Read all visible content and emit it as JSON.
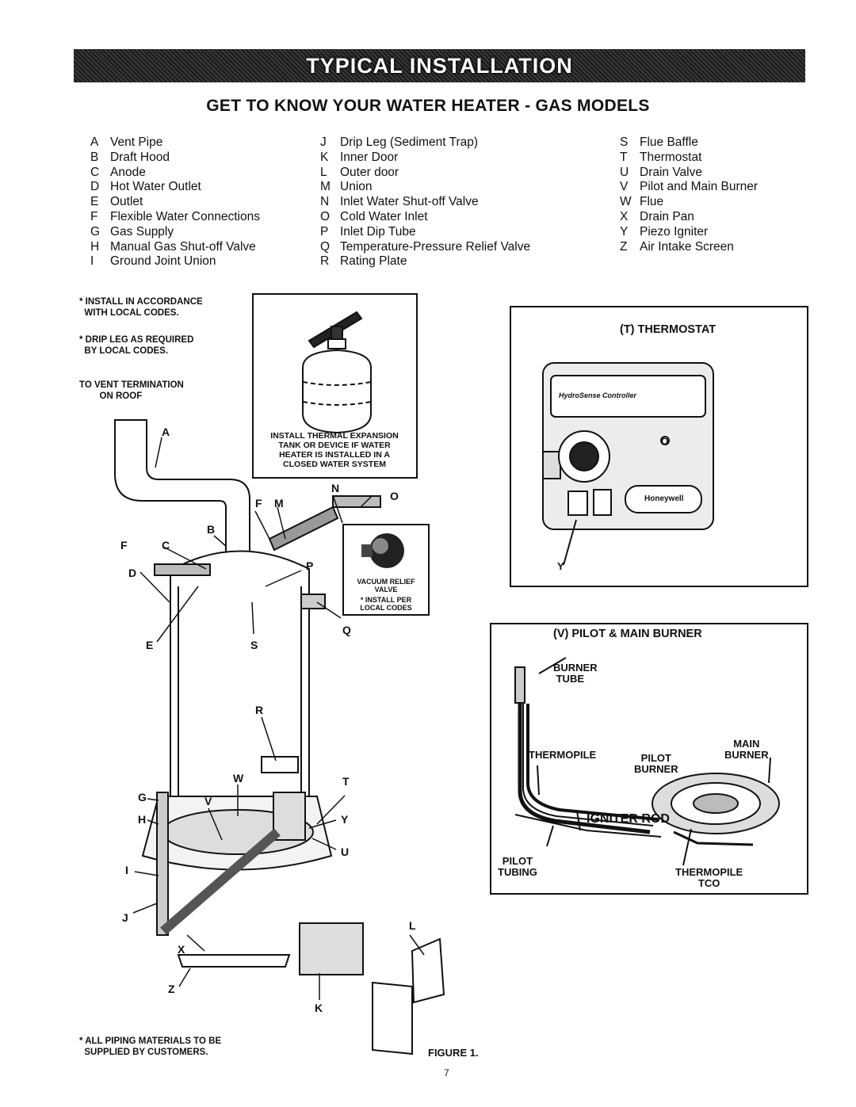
{
  "banner": "TYPICAL INSTALLATION",
  "subtitle": "GET TO KNOW YOUR WATER HEATER - GAS MODELS",
  "legend": [
    [
      {
        "k": "A",
        "v": "Vent Pipe"
      },
      {
        "k": "B",
        "v": "Draft Hood"
      },
      {
        "k": "C",
        "v": "Anode"
      },
      {
        "k": "D",
        "v": "Hot Water Outlet"
      },
      {
        "k": "E",
        "v": "Outlet"
      },
      {
        "k": "F",
        "v": "Flexible Water Connections"
      },
      {
        "k": "G",
        "v": "Gas Supply"
      },
      {
        "k": "H",
        "v": "Manual Gas Shut-off Valve"
      },
      {
        "k": "I",
        "v": "Ground Joint Union"
      }
    ],
    [
      {
        "k": "J",
        "v": "Drip Leg (Sediment Trap)"
      },
      {
        "k": "K",
        "v": "Inner Door"
      },
      {
        "k": "L",
        "v": "Outer door"
      },
      {
        "k": "M",
        "v": "Union"
      },
      {
        "k": "N",
        "v": "Inlet Water Shut-off Valve"
      },
      {
        "k": "O",
        "v": "Cold Water Inlet"
      },
      {
        "k": "P",
        "v": "Inlet Dip Tube"
      },
      {
        "k": "Q",
        "v": "Temperature-Pressure Relief Valve"
      },
      {
        "k": "R",
        "v": "Rating Plate"
      }
    ],
    [
      {
        "k": "S",
        "v": "Flue Baffle"
      },
      {
        "k": "T",
        "v": "Thermostat"
      },
      {
        "k": "U",
        "v": "Drain Valve"
      },
      {
        "k": "V",
        "v": "Pilot and Main Burner"
      },
      {
        "k": "W",
        "v": "Flue"
      },
      {
        "k": "X",
        "v": "Drain Pan"
      },
      {
        "k": "Y",
        "v": "Piezo Igniter"
      },
      {
        "k": "Z",
        "v": "Air Intake Screen"
      }
    ]
  ],
  "notes": {
    "install": "* INSTALL IN ACCORDANCE\n  WITH LOCAL CODES.",
    "drip": "* DRIP LEG AS REQUIRED\n  BY LOCAL CODES.",
    "vent": "TO VENT TERMINATION\n        ON ROOF",
    "expansion": "INSTALL THERMAL EXPANSION\nTANK OR DEVICE IF WATER\nHEATER IS INSTALLED IN A\nCLOSED WATER SYSTEM",
    "vacuum": "VACUUM RELIEF\nVALVE",
    "vacuum_code": "* INSTALL PER\nLOCAL CODES",
    "piping": "* ALL PIPING MATERIALS TO BE\n  SUPPLIED BY CUSTOMERS."
  },
  "figure_label": "FIGURE 1.",
  "page_number": "7",
  "thermostat": {
    "title": "(T)  THERMOSTAT",
    "brand_text": "HydroSense Controller",
    "logo": "Honeywell",
    "knob_letter": "O",
    "callout": "Y"
  },
  "burner": {
    "title": "(V)  PILOT & MAIN BURNER",
    "burner_tube": "BURNER\n TUBE",
    "thermopile": "THERMOPILE",
    "pilot_burner": "PILOT\nBURNER",
    "main_burner": "MAIN\nBURNER",
    "igniter_rod": "IGNITER ROD",
    "pilot_tubing": "PILOT\nTUBING",
    "thermopile_tco": "THERMOPILE\nTCO"
  },
  "callouts": [
    "A",
    "B",
    "C",
    "D",
    "E",
    "F",
    "F",
    "M",
    "N",
    "O",
    "P",
    "Q",
    "S",
    "R",
    "W",
    "T",
    "V",
    "Y",
    "U",
    "G",
    "H",
    "I",
    "J",
    "X",
    "Z",
    "K",
    "L"
  ]
}
